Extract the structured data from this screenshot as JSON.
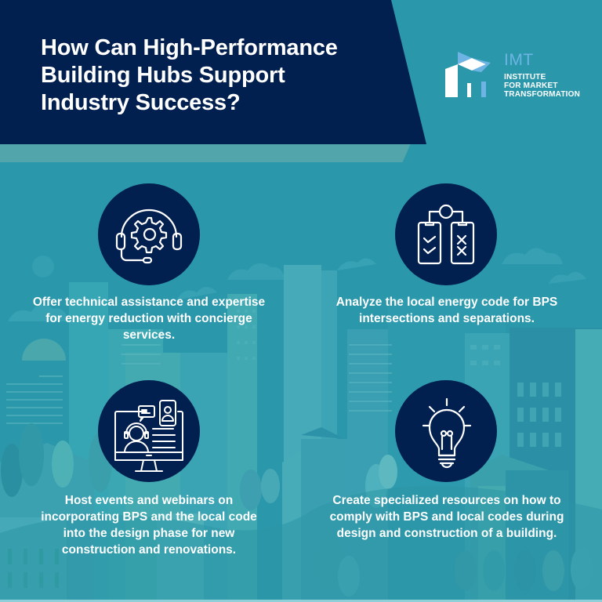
{
  "header": {
    "title": "How Can High-Performance Building Hubs Support Industry Success?",
    "title_lines": [
      "How Can High-Performance",
      "Building Hubs Support",
      "Industry Success?"
    ]
  },
  "logo": {
    "acronym": "IMT",
    "name_lines": [
      "INSTITUTE",
      "FOR MARKET",
      "TRANSFORMATION"
    ],
    "icon": "imt-building-flag-logo"
  },
  "cards": [
    {
      "icon": "headset-gear-icon",
      "text": "Offer technical assistance and expertise for energy reduction with concierge services."
    },
    {
      "icon": "checklist-compare-icon",
      "text": "Analyze the local energy code for BPS intersections and separations."
    },
    {
      "icon": "webinar-monitor-icon",
      "text": "Host events and webinars on incorporating BPS and the local code into the design phase for new construction and renovations."
    },
    {
      "icon": "lightbulb-icon",
      "text": "Create specialized resources on how to comply with BPS and local codes during design and construction of a building."
    }
  ],
  "colors": {
    "navy": "#02204f",
    "teal_background": "#2a97ab",
    "strip": "#52a6ab",
    "logo_blue": "#6db4e4",
    "text": "#ffffff"
  }
}
